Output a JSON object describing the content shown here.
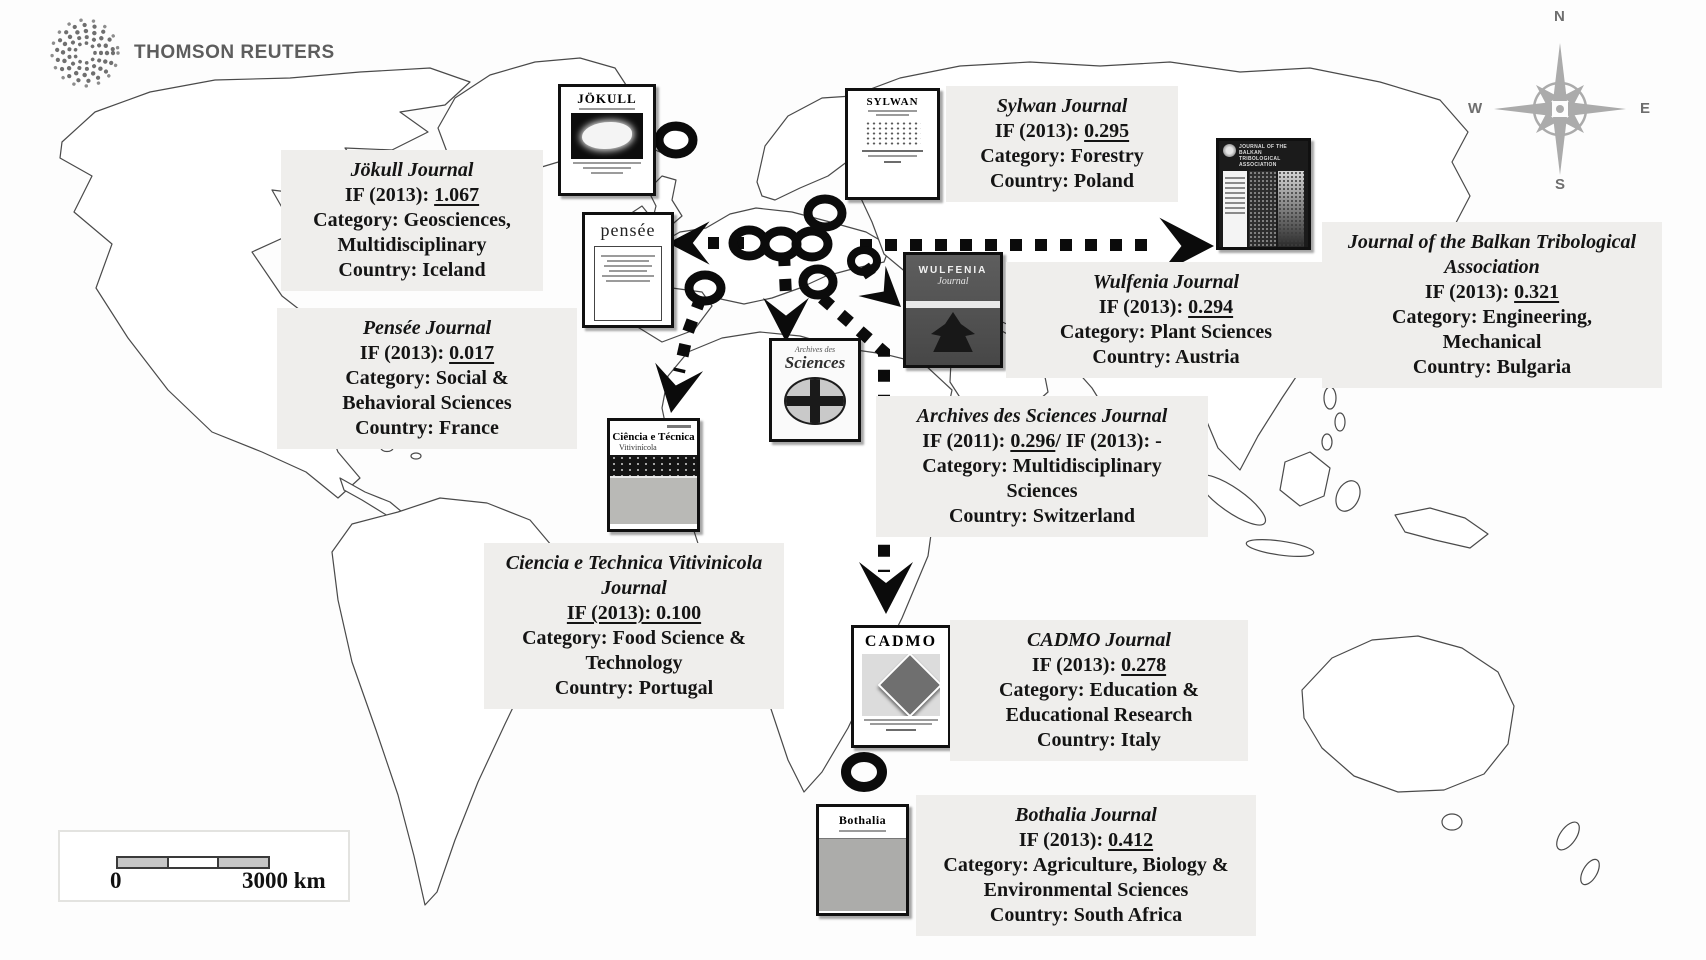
{
  "branding": {
    "name": "THOMSON REUTERS"
  },
  "compass": {
    "n": "N",
    "e": "E",
    "s": "S",
    "w": "W"
  },
  "scale_bar": {
    "start": "0",
    "end": "3000 km"
  },
  "journals": [
    {
      "id": "jokull",
      "title": "Jökull Journal",
      "if_label": "IF (2013):",
      "if_value": "1.067",
      "category": "Category: Geosciences, Multidisciplinary",
      "country": "Country: Iceland",
      "cover_main": "JÖKULL"
    },
    {
      "id": "sylwan",
      "title": "Sylwan Journal",
      "if_label": "IF (2013):",
      "if_value": "0.295",
      "category": "Category: Forestry",
      "country": "Country: Poland",
      "cover_main": "SYLWAN"
    },
    {
      "id": "balkan",
      "title": "Journal of the Balkan Tribological Association",
      "if_label": "IF (2013):",
      "if_value": "0.321",
      "category": "Category: Engineering, Mechanical",
      "country": "Country: Bulgaria",
      "cover_main": "JOURNAL OF THE BALKAN TRIBOLOGICAL ASSOCIATION"
    },
    {
      "id": "pensee",
      "title": "Pensée Journal",
      "if_label": "IF (2013):",
      "if_value": "0.017",
      "category": "Category: Social & Behavioral Sciences",
      "country": "Country: France",
      "cover_main": "pensée"
    },
    {
      "id": "wulfenia",
      "title": "Wulfenia Journal",
      "if_label": "IF (2013):",
      "if_value": "0.294",
      "category": "Category: Plant Sciences",
      "country": "Country: Austria",
      "cover_main": "WULFENIA",
      "cover_sub": "Journal"
    },
    {
      "id": "archives",
      "title": "Archives des Sciences Journal",
      "if_label": "IF (2011):",
      "if_value": "0.296",
      "if_suffix": "/ IF (2013): -",
      "category": "Category: Multidisciplinary Sciences",
      "country": "Country: Switzerland",
      "cover_top": "Archives des",
      "cover_main": "Sciences"
    },
    {
      "id": "ciencia",
      "title": "Ciencia e Technica Vitivinicola Journal",
      "if_value": "IF (2013): 0.100",
      "category": "Category: Food Science & Technology",
      "country": "Country: Portugal",
      "cover_main": "Ciência e Técnica",
      "cover_sub": "Vitivinícola"
    },
    {
      "id": "cadmo",
      "title": "CADMO Journal",
      "if_label": "IF (2013):",
      "if_value": "0.278",
      "category": "Category: Education & Educational Research",
      "country": "Country: Italy",
      "cover_main": "CADMO"
    },
    {
      "id": "bothalia",
      "title": "Bothalia Journal",
      "if_label": "IF (2013):",
      "if_value": "0.412",
      "category": "Category: Agriculture, Biology & Environmental Sciences",
      "country": "Country: South Africa",
      "cover_main": "Bothalia"
    }
  ]
}
